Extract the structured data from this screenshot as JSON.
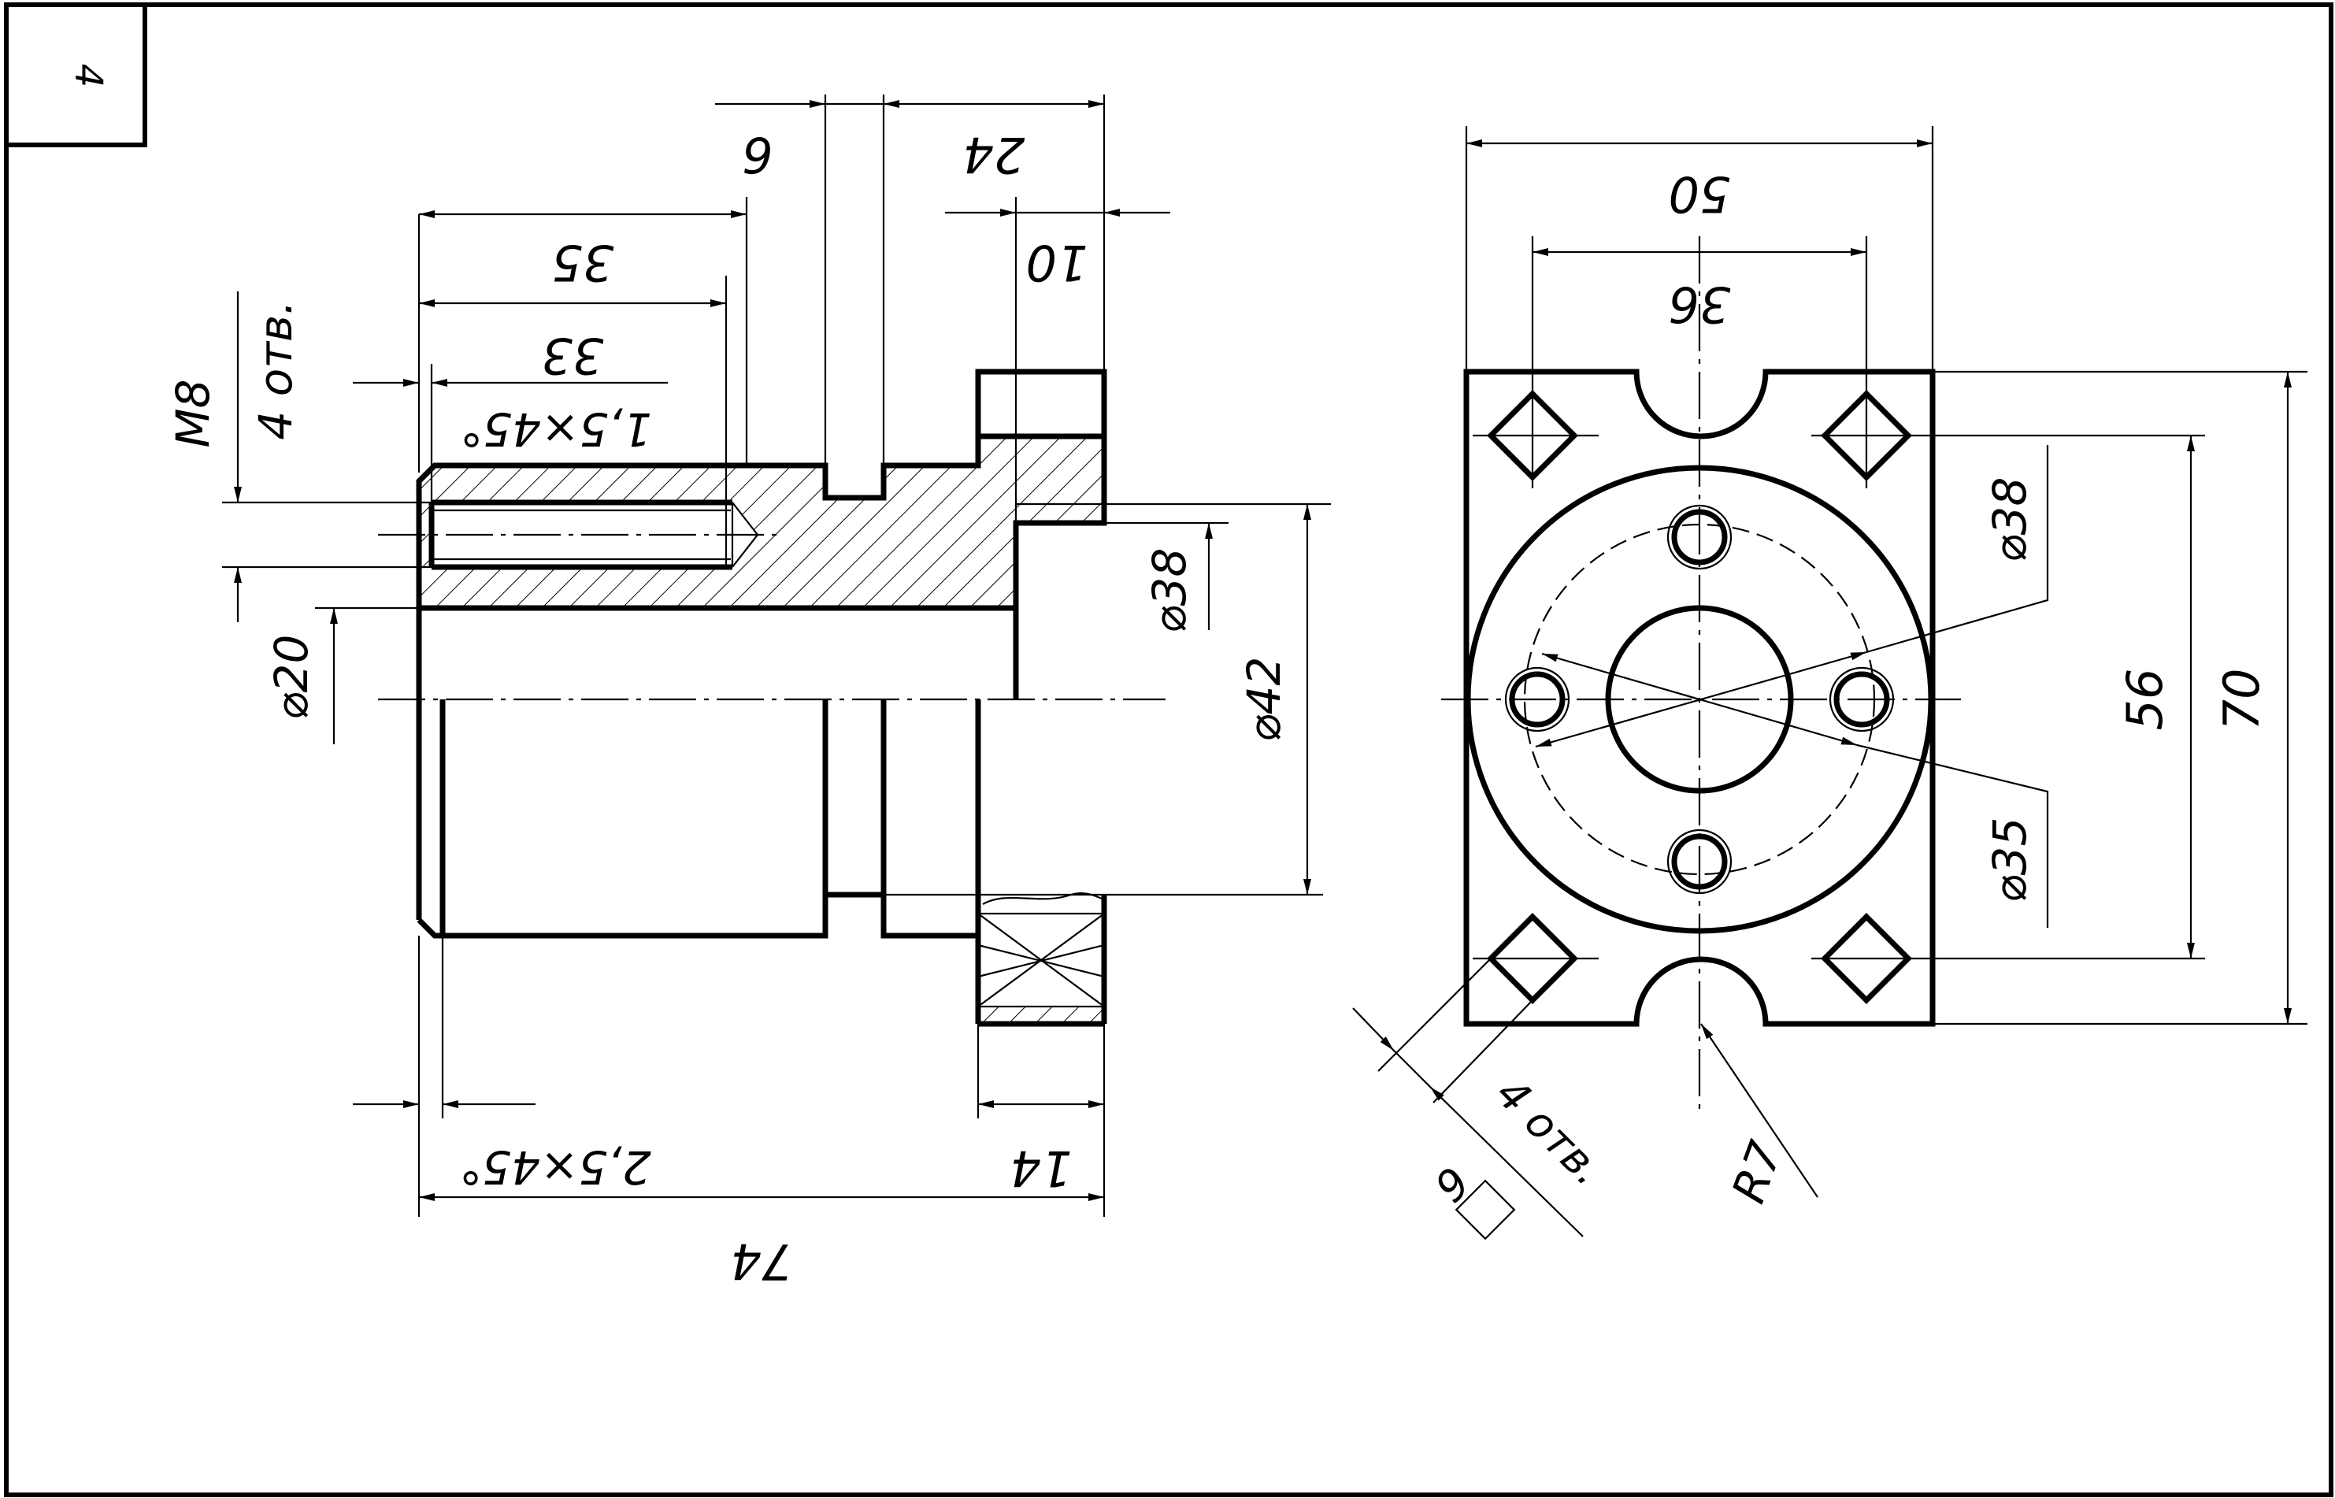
{
  "sheet": {
    "number": "4"
  },
  "front_view": {
    "dims": {
      "d6": "6",
      "d24": "24",
      "d35": "35",
      "d10": "10",
      "d33": "33",
      "chamfer_top": "1,5×45°",
      "m8": "M8",
      "holes_front": "4 отв.",
      "dia20": "⌀20",
      "dia38": "⌀38",
      "dia42": "⌀42",
      "chamfer_bottom": "2,5×45°",
      "d14": "14",
      "d74": "74"
    }
  },
  "side_view": {
    "dims": {
      "d50": "50",
      "d36": "36",
      "dia38": "⌀38",
      "dia35": "⌀35",
      "d56": "56",
      "d70": "70",
      "r7": "R7",
      "holes_side": "4 отв.",
      "square6": "6"
    }
  }
}
